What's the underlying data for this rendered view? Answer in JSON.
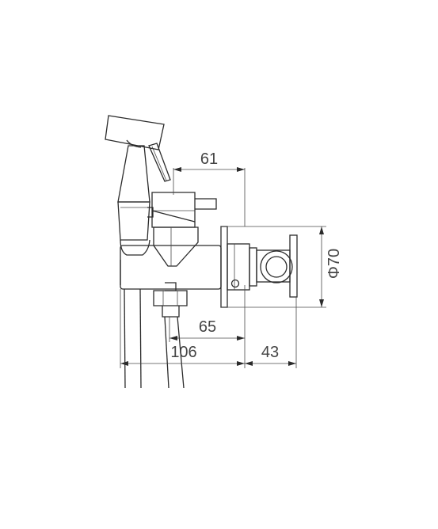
{
  "dimensions": {
    "top_width": "61",
    "diameter": "Φ70",
    "hose_offset": "65",
    "overall_depth": "106",
    "flange_depth": "43"
  }
}
